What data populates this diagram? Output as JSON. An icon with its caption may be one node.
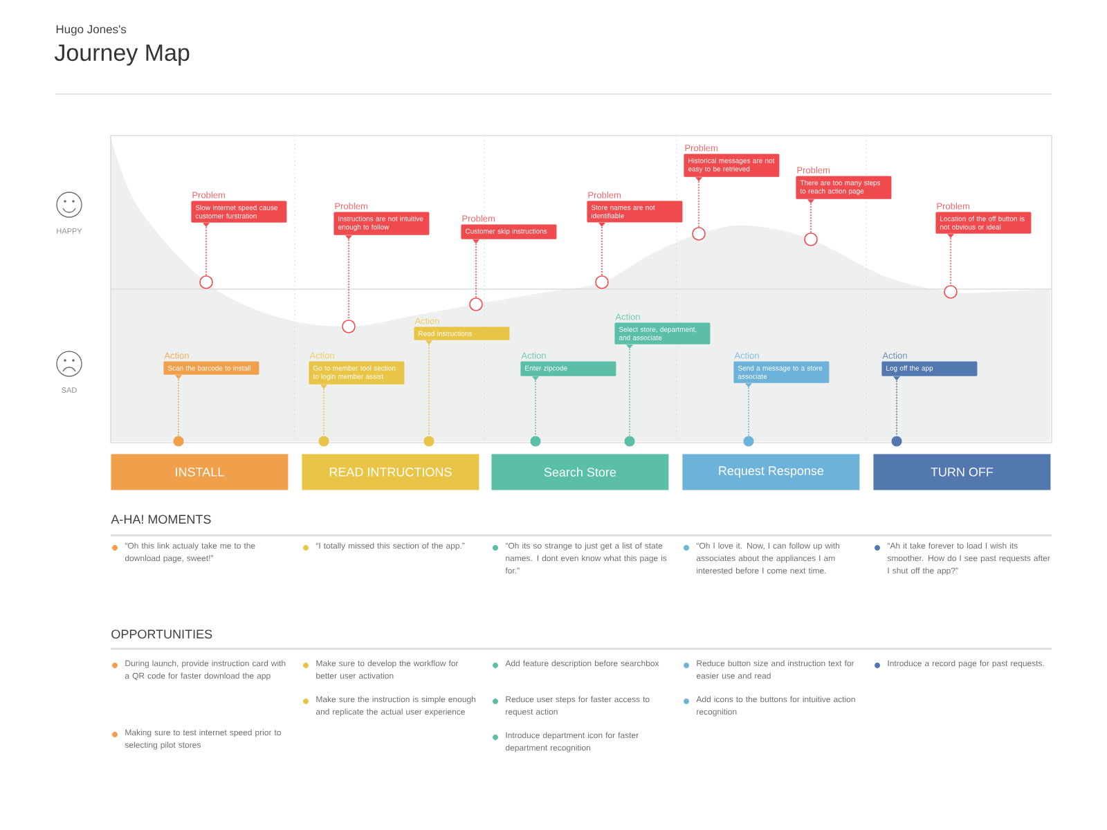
{
  "diagram": {
    "title": "Journey Map",
    "nodes": [
      {
        "text": [
          "Problem",
          "Slow internet speed cause customer furstration"
        ]
      },
      {
        "text": [
          "Problem",
          "Instructions are  not intuitive enough to follow"
        ]
      },
      {
        "text": [
          "Problem",
          "Customer skip instructions"
        ]
      },
      {
        "text": [
          "Problem",
          "Store names are not identifiable"
        ]
      },
      {
        "text": [
          "Problem",
          "Historical messages are not easy to be retrieved"
        ]
      },
      {
        "text": [
          "Problem",
          "There are too many steps to reach action page"
        ]
      },
      {
        "text": [
          "Problem",
          "Location of the off button is not obvious or ideal"
        ]
      },
      {
        "text": [],
        "shape": "circle"
      },
      {
        "text": [],
        "shape": "circle"
      },
      {
        "text": [],
        "shape": "circle"
      },
      {
        "text": [],
        "shape": "circle"
      },
      {
        "text": [],
        "shape": "circle"
      },
      {
        "text": [],
        "shape": "circle"
      },
      {
        "text": [],
        "shape": "circle"
      },
      {
        "text": [
          "Action",
          "Scan the barcode to install"
        ]
      },
      {
        "text": [
          "Action",
          "Go to member tool section to login member assist"
        ]
      },
      {
        "text": [
          "Action",
          "Read instructions"
        ]
      },
      {
        "text": [
          "Action",
          "Enter zipcode"
        ]
      },
      {
        "text": [
          "Action",
          "Select store, department, and associate"
        ]
      },
      {
        "text": [
          "Action",
          "Send a message to a store associate"
        ]
      },
      {
        "text": [
          "Action",
          "Log off the app"
        ]
      },
      {
        "text": [],
        "shape": "circle"
      },
      {
        "text": [],
        "shape": "circle"
      },
      {
        "text": [],
        "shape": "circle"
      },
      {
        "text": [],
        "shape": "circle"
      },
      {
        "text": [],
        "shape": "circle"
      },
      {
        "text": [],
        "shape": "circle"
      },
      {
        "text": [],
        "shape": "circle"
      },
      {
        "text": [
          "INSTALL"
        ]
      },
      {
        "text": [
          "READ INTRUCTIONS"
        ]
      },
      {
        "text": [
          "Search Store"
        ]
      },
      {
        "text": [
          "Request Response"
        ]
      },
      {
        "text": [
          "TURN OFF"
        ]
      }
    ],
    "edges": [
      {
        "from": 0,
        "to": 7,
        "arrow": "none",
        "style": "dashed",
        "color": "#ef4b4f"
      },
      {
        "from": 1,
        "to": 8,
        "arrow": "none",
        "style": "dashed",
        "color": "#ef4b4f"
      },
      {
        "from": 2,
        "to": 9,
        "arrow": "none",
        "style": "dashed",
        "color": "#ef4b4f"
      },
      {
        "from": 3,
        "to": 10,
        "arrow": "none",
        "style": "dashed",
        "color": "#ef4b4f"
      },
      {
        "from": 4,
        "to": 11,
        "arrow": "none",
        "style": "dashed",
        "color": "#ef4b4f"
      },
      {
        "from": 5,
        "to": 12,
        "arrow": "none",
        "style": "dashed",
        "color": "#ef4b4f"
      },
      {
        "from": 6,
        "to": 13,
        "arrow": "none",
        "style": "dashed",
        "color": "#ef4b4f"
      },
      {
        "from": 14,
        "to": 21,
        "arrow": "none",
        "style": "dashed",
        "color": "#f0a04b"
      },
      {
        "from": 15,
        "to": 22,
        "arrow": "none",
        "style": "dashed",
        "color": "#e8c547"
      },
      {
        "from": 16,
        "to": 23,
        "arrow": "none",
        "style": "dashed",
        "color": "#e8c547"
      },
      {
        "from": 17,
        "to": 24,
        "arrow": "none",
        "style": "dashed",
        "color": "#5bbfa8"
      },
      {
        "from": 18,
        "to": 25,
        "arrow": "none",
        "style": "dashed",
        "color": "#5bbfa8"
      },
      {
        "from": 19,
        "to": 26,
        "arrow": "none",
        "style": "dashed",
        "color": "#6cb2d9"
      },
      {
        "from": 20,
        "to": 27,
        "arrow": "none",
        "style": "dashed",
        "color": "#5378b0"
      }
    ],
    "labels": [
      "Hugo Jones's",
      "HAPPY",
      "SAD",
      "A-HA! MOMENTS",
      "“Oh this link actualy take me to the download page, sweet!”",
      "“I totally missed this section of the app.”",
      "“Oh its so strange to just get a list of state names. I dont even know what this page is for.”",
      "“Oh I love it.  Now, I can follow up with associates about the appliances I am interested before I come next time.",
      "“Ah it take forever to load I wish its smoother. How do I see past requests after I shut off the app?”",
      "OPPORTUNITIES",
      "During launch, provide instruction card with a QR code for faster download the app",
      "Making sure to test internet speed prior to selecting pilot stores",
      "Make sure to develop the workflow for better user activation",
      "Make sure the instruction is simple enough and replicate the actual user experience",
      "Add feature description before searchbox",
      "Reduce user steps for faster access to request action",
      "Introduce department icon for faster department recognition",
      "Reduce button size and instruction text for easier use and read",
      "Add icons to the buttons for intuitive action recognition",
      "Introduce a record page for past requests."
    ]
  }
}
